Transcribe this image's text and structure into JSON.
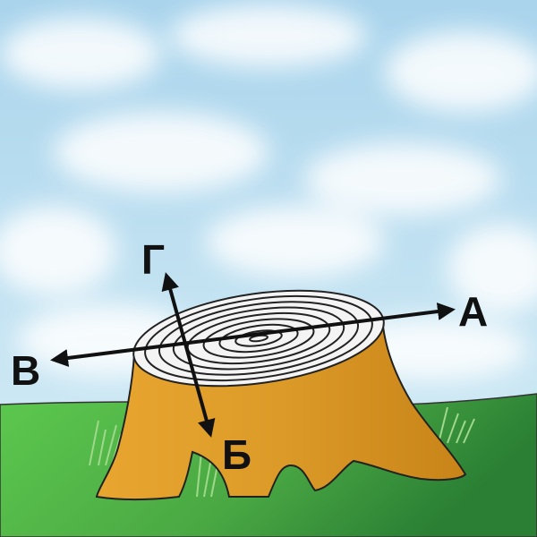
{
  "directions": {
    "a": "А",
    "b": "Б",
    "v": "В",
    "g": "Г"
  },
  "colors": {
    "sky": "#bfe0f0",
    "cloud": "#ffffff",
    "grass_light": "#66cc55",
    "grass_dark": "#2f8f3a",
    "stump_bark": "#e0a030",
    "stump_shade": "#c88418",
    "stump_top": "#f4f4f4",
    "rings": "#222222",
    "arrow": "#111111"
  }
}
